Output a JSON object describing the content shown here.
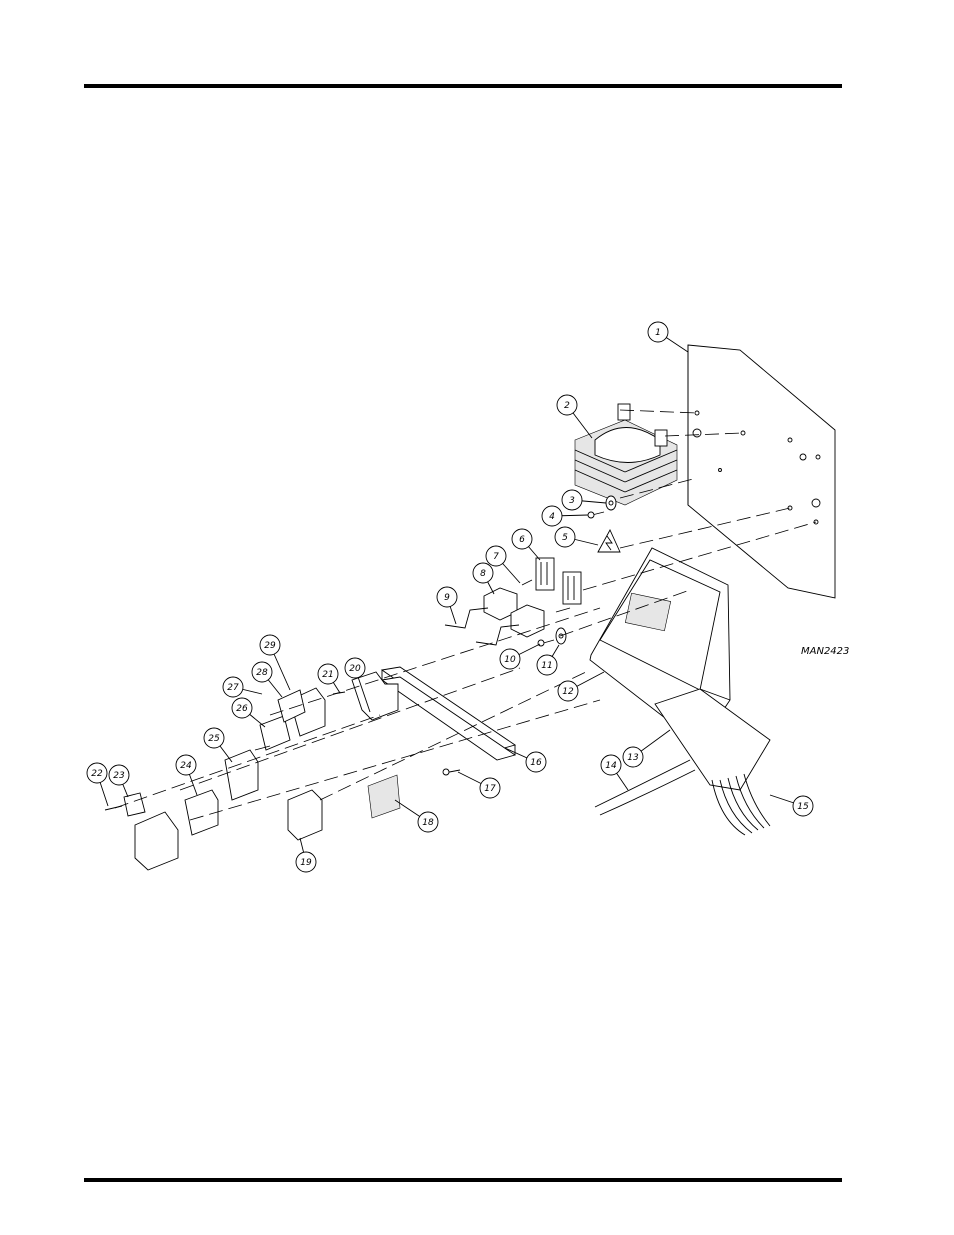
{
  "drawing": {
    "code": "MAN2423",
    "callouts": [
      "1",
      "2",
      "3",
      "4",
      "5",
      "6",
      "7",
      "8",
      "9",
      "10",
      "11",
      "12",
      "13",
      "14",
      "15",
      "16",
      "17",
      "18",
      "19",
      "20",
      "21",
      "22",
      "23",
      "24",
      "25",
      "26",
      "27",
      "28",
      "29"
    ]
  },
  "colors": {
    "ink": "#000000",
    "paper": "#ffffff"
  }
}
